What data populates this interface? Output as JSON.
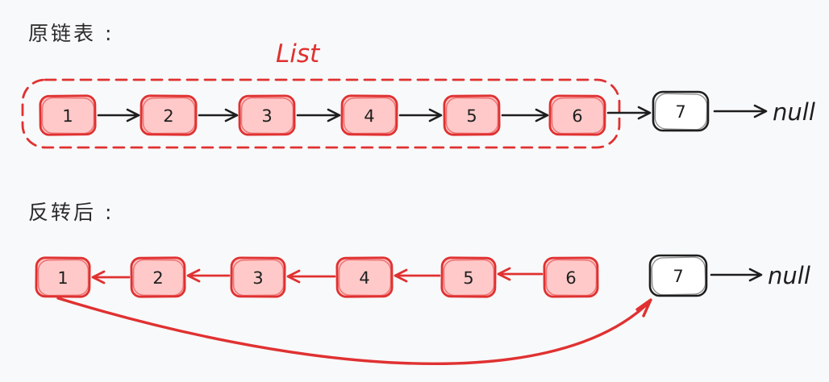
{
  "colors": {
    "background": "#f8f9fa",
    "red_accent": "#e03131",
    "node_pink_fill": "#ffc9c9",
    "ink_black": "#1e1e1e"
  },
  "original": {
    "label": "原链表 :",
    "group_label": "List",
    "nodes": [
      "1",
      "2",
      "3",
      "4",
      "5",
      "6"
    ],
    "extra_node": "7",
    "terminator": "null"
  },
  "reversed": {
    "label": "反转后 :",
    "nodes": [
      "1",
      "2",
      "3",
      "4",
      "5",
      "6"
    ],
    "extra_node": "7",
    "terminator": "null"
  }
}
